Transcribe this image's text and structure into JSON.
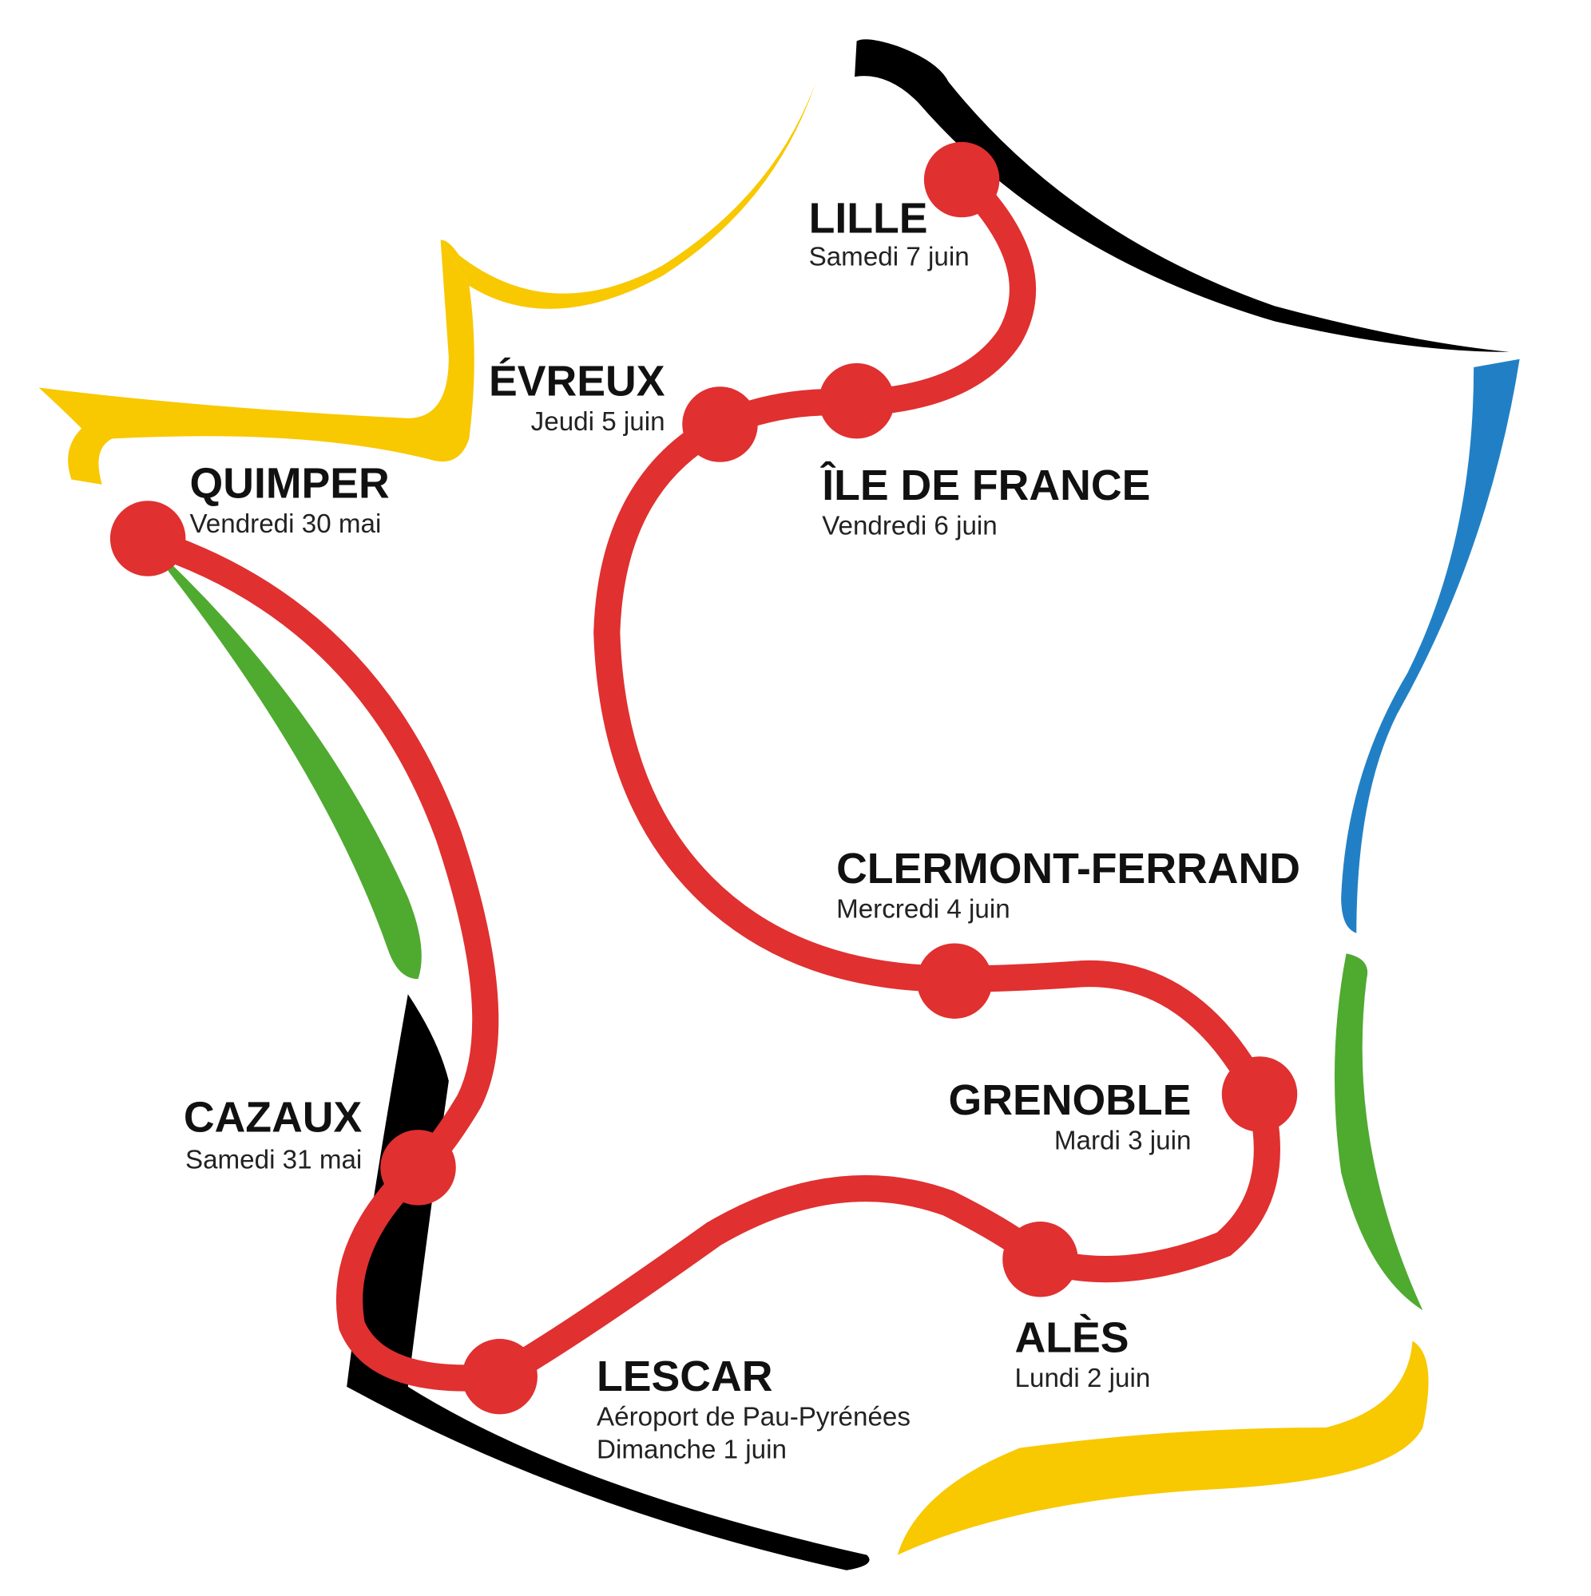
{
  "title": "Tour de France map route",
  "colors": {
    "route": "#E03030",
    "black": "#000000",
    "yellow": "#F8C800",
    "blue": "#2180C5",
    "green": "#4FAA30",
    "background": "#FFFFFF"
  },
  "stops": [
    {
      "city": "QUIMPER",
      "date": "Vendredi 30 mai"
    },
    {
      "city": "CAZAUX",
      "date": "Samedi 31 mai"
    },
    {
      "city": "LESCAR",
      "detail": "Aéroport de Pau-Pyrénées",
      "date": "Dimanche 1 juin"
    },
    {
      "city": "ALÈS",
      "date": "Lundi 2 juin"
    },
    {
      "city": "GRENOBLE",
      "date": "Mardi 3 juin"
    },
    {
      "city": "CLERMONT-FERRAND",
      "date": "Mercredi 4 juin"
    },
    {
      "city": "ÉVREUX",
      "date": "Jeudi 5 juin"
    },
    {
      "city": "ÎLE DE FRANCE",
      "date": "Vendredi 6 juin"
    },
    {
      "city": "LILLE",
      "date": "Samedi 7 juin"
    }
  ]
}
